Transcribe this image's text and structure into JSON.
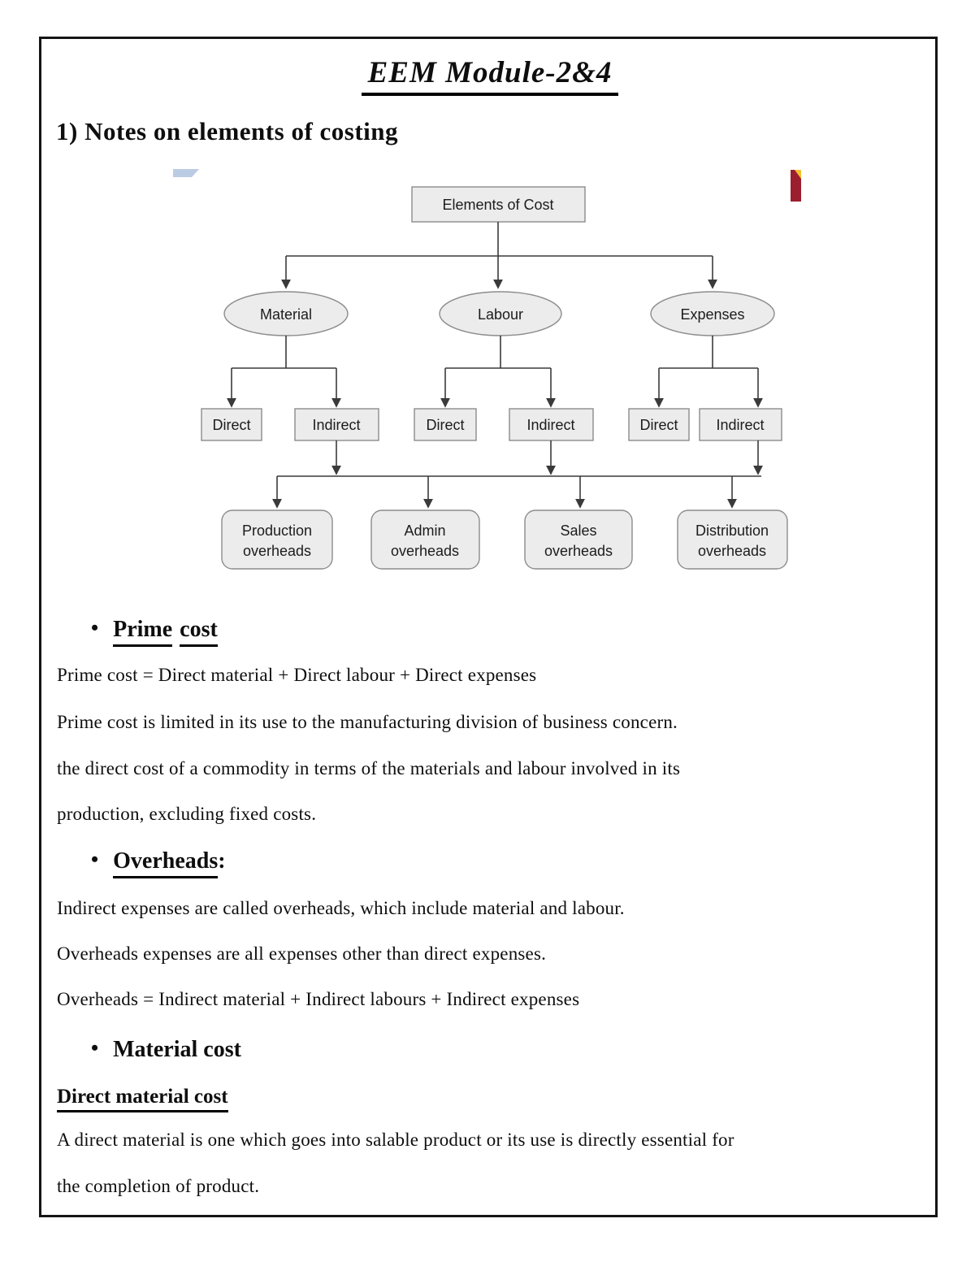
{
  "document": {
    "title": "EEM Module-2&4",
    "heading": "1) Notes on elements of costing"
  },
  "diagram": {
    "root_label": "Elements of Cost",
    "branches": [
      "Material",
      "Labour",
      "Expenses"
    ],
    "type_boxes": [
      "Direct",
      "Indirect",
      "Direct",
      "Indirect",
      "Direct",
      "Indirect"
    ],
    "overhead_boxes": [
      {
        "line1": "Production",
        "line2": "overheads"
      },
      {
        "line1": "Admin",
        "line2": "overheads"
      },
      {
        "line1": "Sales",
        "line2": "overheads"
      },
      {
        "line1": "Distribution",
        "line2": "overheads"
      }
    ]
  },
  "sections": {
    "prime": {
      "bullet": "•",
      "word1": "Prime",
      "word2": "cost",
      "para1": "Prime cost = Direct material + Direct labour + Direct expenses",
      "para2": "Prime cost is limited in its use to the manufacturing division of business concern.",
      "para3": "the direct cost of a commodity in terms of the materials and labour involved in its",
      "para4": "production, excluding fixed costs."
    },
    "overheads": {
      "bullet": "•",
      "word": "Overheads",
      "colon": ":",
      "para1": "Indirect expenses are called overheads, which include material and labour.",
      "para2": "Overheads expenses are all expenses other than direct expenses.",
      "para3": "Overheads = Indirect material + Indirect labours + Indirect expenses"
    },
    "material": {
      "bullet": "•",
      "heading": "Material cost",
      "subheading": "Direct material cost",
      "para1": "A direct material is one which goes into salable product or its use is directly essential for",
      "para2": "the completion of product."
    }
  },
  "colors": {
    "node_fill": "#ececec",
    "node_border": "#8c8c8c",
    "connector": "#3a3a3a",
    "marker_red": "#9b1f2e",
    "marker_yellow": "#f2c12e",
    "marker_blue": "#bccbe4"
  }
}
